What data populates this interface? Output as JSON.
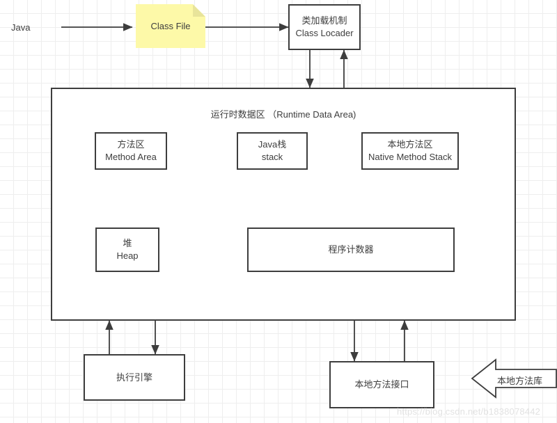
{
  "diagram": {
    "title": "JVM Architecture Diagram",
    "colors": {
      "note_fill": "#fdf9a8",
      "stroke": "#3d3d3d",
      "grid": "#eeeeee",
      "background": "#ffffff",
      "watermark": "#e2e2e2"
    },
    "source_label": {
      "text": "Java"
    },
    "class_file": {
      "text": "Class File"
    },
    "class_loader": {
      "cn": "类加载机制",
      "en": "Class Locader"
    },
    "runtime_data_area": {
      "title": "运行时数据区 （Runtime  Data Area)",
      "regions": [
        {
          "cn": "方法区",
          "en": "Method Area"
        },
        {
          "cn": "Java栈",
          "en": "stack"
        },
        {
          "cn": "本地方法区",
          "en": "Native Method Stack"
        },
        {
          "cn": "堆",
          "en": "Heap"
        },
        {
          "cn": "程序计数器",
          "en": ""
        }
      ]
    },
    "execution_engine": {
      "cn": "执行引擎",
      "en": ""
    },
    "native_method_interface": {
      "cn": "本地方法接口",
      "en": ""
    },
    "native_method_library": {
      "cn": "本地方法库"
    },
    "watermark": {
      "text": "https://blog.csdn.net/b1838078442"
    }
  }
}
